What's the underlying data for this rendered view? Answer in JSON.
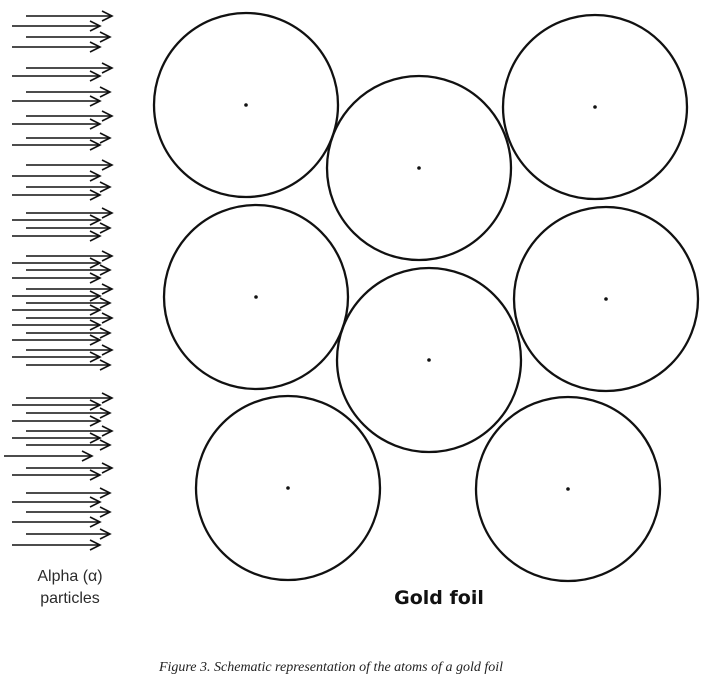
{
  "diagram": {
    "alpha_label": {
      "line1": "Alpha (α)",
      "line2": "particles"
    },
    "foil_label": "Gold foil",
    "caption": "Figure 3. Schematic representation of the atoms of a gold foil"
  }
}
